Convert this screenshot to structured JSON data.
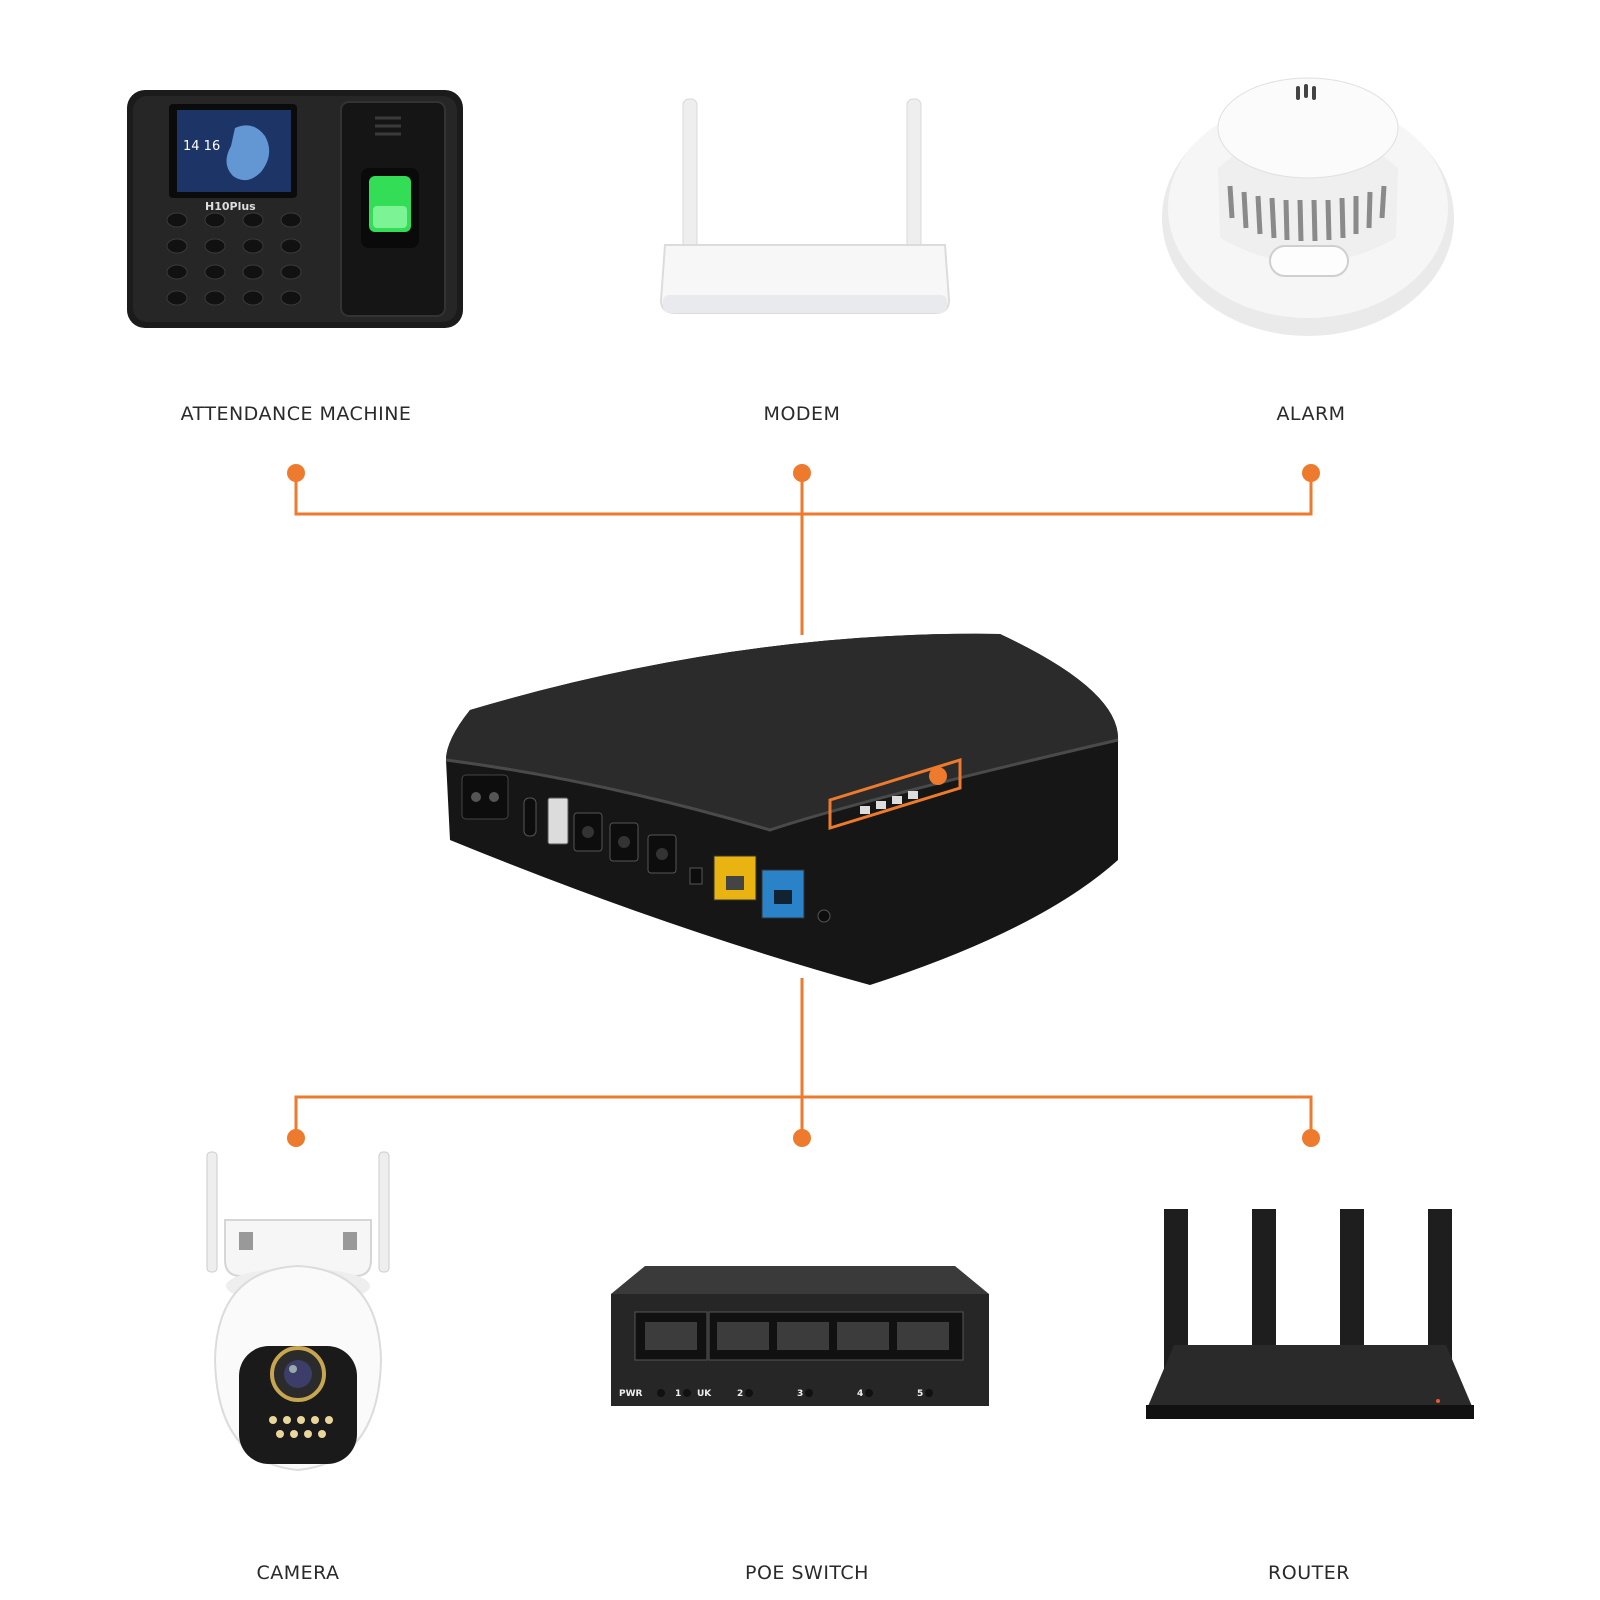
{
  "colors": {
    "connector": "#ee7a2d",
    "device_dark": "#1c1c1c",
    "device_white": "#f4f4f4",
    "rj45_yellow": "#e9b312",
    "rj45_blue": "#2a82c9",
    "fingerprint_green": "#33dd55"
  },
  "top_devices": [
    {
      "label": "ATTENDANCE MACHINE",
      "icon": "attendance-machine-icon"
    },
    {
      "label": "MODEM",
      "icon": "modem-icon"
    },
    {
      "label": "ALARM",
      "icon": "smoke-alarm-icon"
    }
  ],
  "center_device": {
    "icon": "mini-ups-icon"
  },
  "bottom_devices": [
    {
      "label": "CAMERA",
      "icon": "camera-icon"
    },
    {
      "label": "POE SWITCH",
      "icon": "poe-switch-icon"
    },
    {
      "label": "ROUTER",
      "icon": "router-icon"
    }
  ],
  "attendance_screen": {
    "model": "H10Plus",
    "time": "14 16"
  },
  "poe_switch_ports": {
    "pwr": "PWR",
    "labels": [
      "1",
      "UK",
      "2",
      "3",
      "4",
      "5"
    ]
  }
}
